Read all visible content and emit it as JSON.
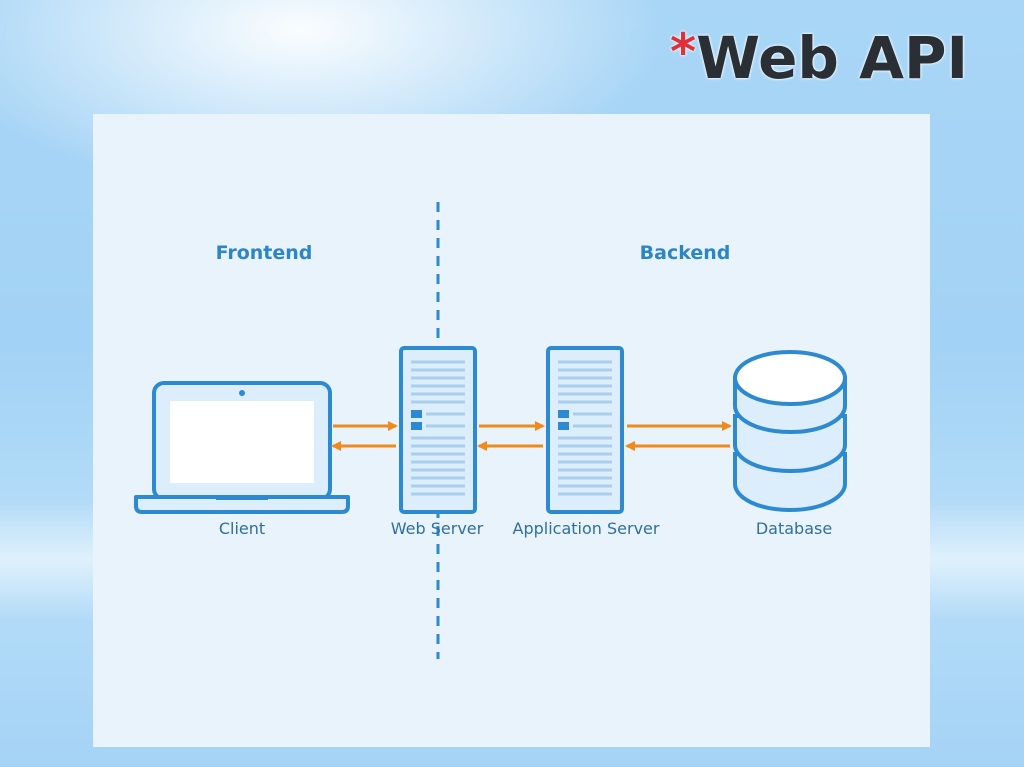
{
  "slide": {
    "title_star": "*",
    "title": "Web API"
  },
  "diagram": {
    "sections": {
      "frontend": "Frontend",
      "backend": "Backend"
    },
    "nodes": [
      {
        "id": "client",
        "label": "Client",
        "icon": "laptop-icon"
      },
      {
        "id": "web-server",
        "label": "Web Server",
        "icon": "server-icon"
      },
      {
        "id": "app-server",
        "label": "Application Server",
        "icon": "server-icon"
      },
      {
        "id": "database",
        "label": "Database",
        "icon": "database-icon"
      }
    ],
    "connections": [
      {
        "from": "client",
        "to": "web-server",
        "direction": "bidirectional"
      },
      {
        "from": "web-server",
        "to": "app-server",
        "direction": "bidirectional"
      },
      {
        "from": "app-server",
        "to": "database",
        "direction": "bidirectional"
      }
    ],
    "colors": {
      "stroke": "#2d8ad0",
      "fill": "#dcedfb",
      "arrow": "#f08a1c",
      "heading": "#2c86c6",
      "caption": "#2f6f9e"
    }
  }
}
